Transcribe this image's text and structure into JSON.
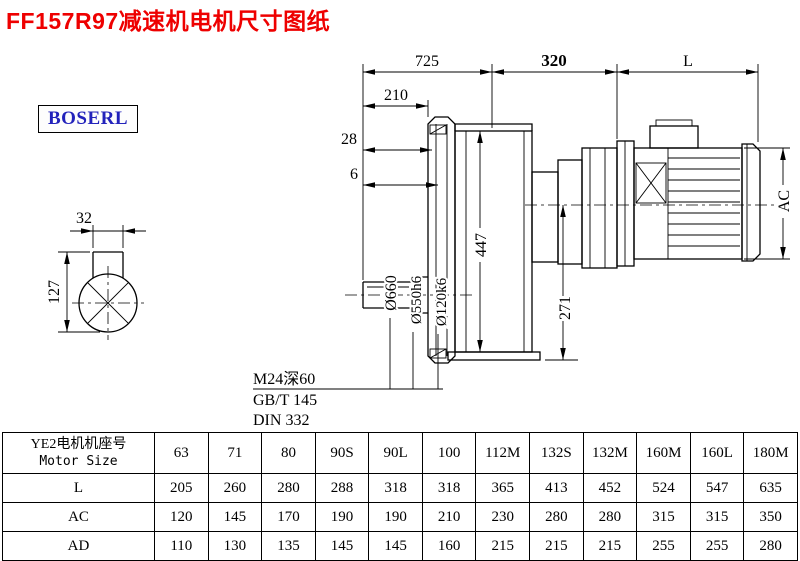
{
  "page": {
    "title": "FF157R97减速机电机尺寸图纸",
    "brand": "BOSERL"
  },
  "colors": {
    "title_red": "#ee0000",
    "brand_blue": "#2222bb",
    "line_black": "#000000"
  },
  "drawing": {
    "dim_725": "725",
    "dim_320": "320",
    "dim_L": "L",
    "dim_210": "210",
    "dim_28": "28",
    "dim_6": "6",
    "dim_32": "32",
    "dim_127": "127",
    "dim_447": "447",
    "dim_271": "271",
    "dim_AC": "AC",
    "dia_flange": "Ø660",
    "dia_spigot": "Ø550h6",
    "dia_shaft": "Ø120k6",
    "note_thread": "M24深60",
    "note_gb": "GB/T 145",
    "note_din": "DIN 332"
  },
  "table": {
    "header": {
      "cn": "YE2电机机座号",
      "en": "Motor Size"
    },
    "columns": [
      "63",
      "71",
      "80",
      "90S",
      "90L",
      "100",
      "112M",
      "132S",
      "132M",
      "160M",
      "160L",
      "180M"
    ],
    "rows": [
      {
        "label": "L",
        "values": [
          "205",
          "260",
          "280",
          "288",
          "318",
          "318",
          "365",
          "413",
          "452",
          "524",
          "547",
          "635"
        ]
      },
      {
        "label": "AC",
        "values": [
          "120",
          "145",
          "170",
          "190",
          "190",
          "210",
          "230",
          "280",
          "280",
          "315",
          "315",
          "350"
        ]
      },
      {
        "label": "AD",
        "values": [
          "110",
          "130",
          "135",
          "145",
          "145",
          "160",
          "215",
          "215",
          "215",
          "255",
          "255",
          "280"
        ]
      }
    ]
  }
}
